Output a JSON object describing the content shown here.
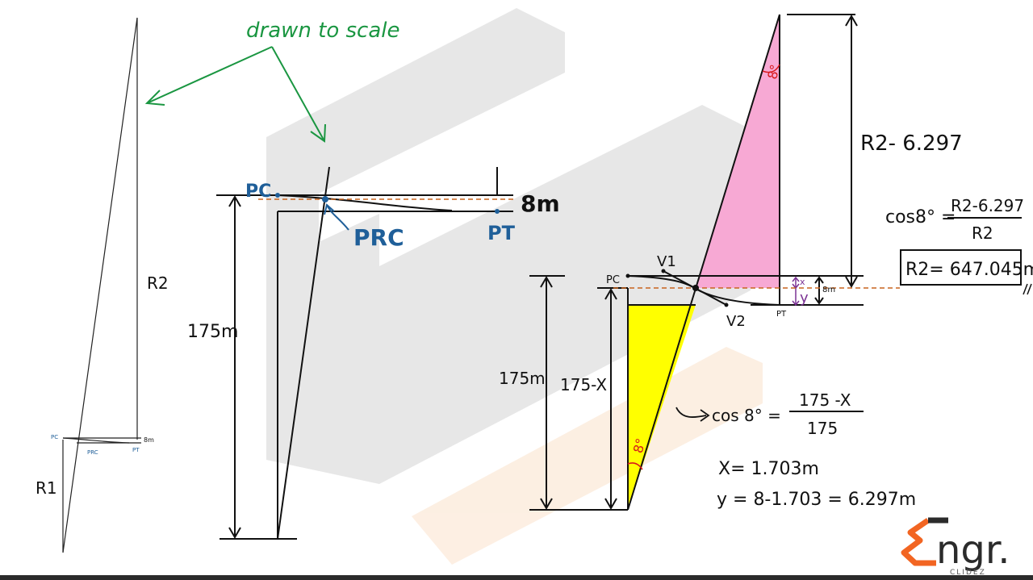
{
  "annotation": {
    "drawn_to_scale": "drawn to scale"
  },
  "small_figure": {
    "r2": "R2",
    "r1": "R1",
    "pc": "PC",
    "prc": "PRC",
    "pt": "PT",
    "offset": "8m"
  },
  "middle_figure": {
    "pc": "PC",
    "prc": "PRC",
    "pt": "PT",
    "offset": "8m",
    "height": "175m"
  },
  "right_figure": {
    "r2_minus": "R2- 6.297",
    "v1": "V1",
    "v2": "V2",
    "pc": "PC",
    "pt": "PT",
    "x": "x",
    "y": "y",
    "offset": "8m",
    "height": "175m",
    "height_minus_x": "175-X",
    "angle_top": "8°",
    "angle_bottom": "8°"
  },
  "equations": {
    "cos_top_lhs": "cos8° =",
    "cos_top_num": "R2-6.297",
    "cos_top_den": "R2",
    "r2_result": "R2= 647.045m",
    "cos_bottom_lhs": "cos 8° =",
    "cos_bottom_num": "175 -X",
    "cos_bottom_den": "175",
    "x_result": "X= 1.703m",
    "y_result": "y = 8-1.703 = 6.297m"
  },
  "logo": {
    "text": "ngr.",
    "sub": "CLIDEZ"
  },
  "colors": {
    "green": "#1a9641",
    "blue": "#1f5f99",
    "pink": "#f7a9d4",
    "yellow": "#ffff00",
    "red": "#d7191c",
    "purple": "#7b3294",
    "orange_dash": "#c8641e",
    "logo_orange": "#f26522"
  }
}
